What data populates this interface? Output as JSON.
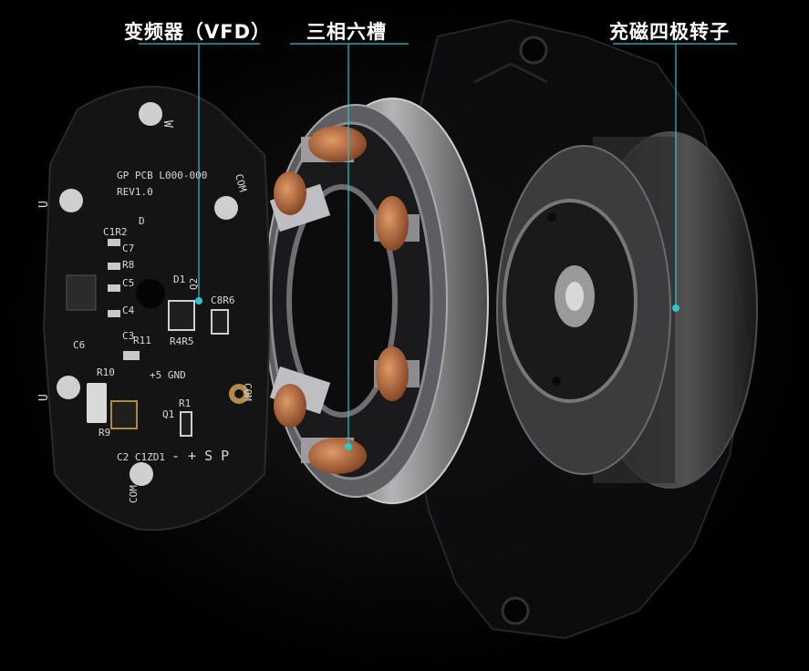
{
  "callouts": {
    "vfd": "变频器（VFD）",
    "stator": "三相六槽",
    "rotor": "充磁四极转子"
  },
  "pcb": {
    "model": "GP PCB L000-000",
    "rev": "REV1.0",
    "pad_w": "W",
    "pad_com": "COM",
    "pad_u": "U",
    "pad_v": "U",
    "pad_com2": "COM",
    "pad_com3": "COM",
    "label_d": "D",
    "label_d1": "D1",
    "label_q2": "Q2",
    "label_c8r6": "C8R6",
    "label_r4r5": "R4R5",
    "label_r2": "C1R2",
    "label_c7": "C7",
    "label_r8": "R8",
    "label_c5": "C5",
    "label_c4": "C4",
    "label_c3": "C3",
    "label_c6": "C6",
    "label_r11": "R11",
    "label_r10": "R10",
    "label_r9": "R9",
    "label_power": "+5 GND",
    "label_r1": "R1",
    "label_q1": "Q1",
    "label_c2": "C2 C1ZD1",
    "label_pins": "- + S P"
  },
  "colors": {
    "accent_line": "#2ec4c9",
    "pcb": "#161616",
    "copper": "#b0643a",
    "steel": "#8f8f93",
    "text": "#ffffff"
  }
}
